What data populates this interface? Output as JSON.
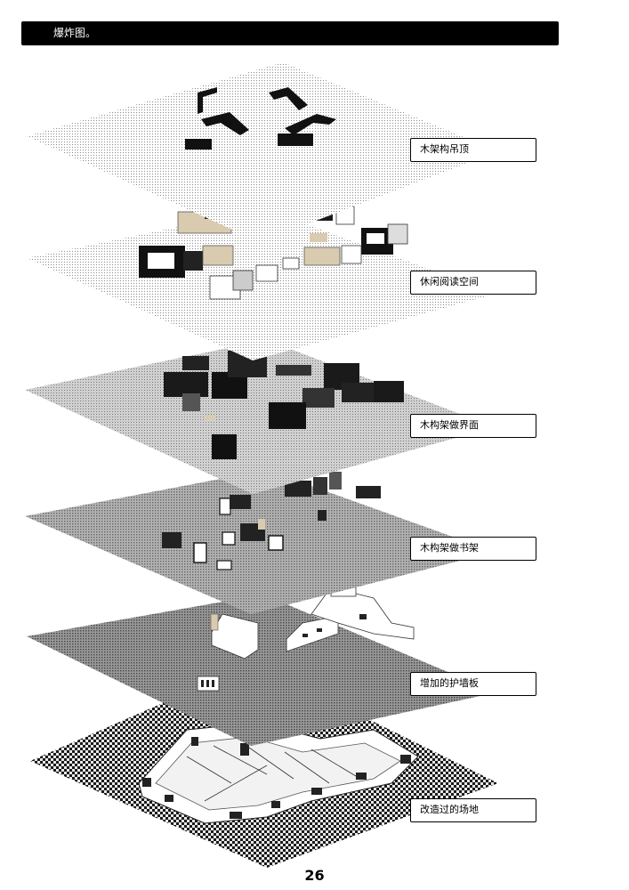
{
  "header": {
    "title": "爆炸图。"
  },
  "layers": [
    {
      "id": "ceiling",
      "label": "木架构吊顶",
      "tone": "light",
      "pattern": "fine"
    },
    {
      "id": "reading",
      "label": "休闲阅读空间",
      "tone": "light",
      "pattern": "fine"
    },
    {
      "id": "wall",
      "label": "木构架做界面",
      "tone": "mid",
      "pattern": "fine"
    },
    {
      "id": "shelf",
      "label": "木构架做书架",
      "tone": "mid-dark",
      "pattern": "medium"
    },
    {
      "id": "panel",
      "label": "增加的护墙板",
      "tone": "dark",
      "pattern": "medium"
    },
    {
      "id": "site",
      "label": "改造过的场地",
      "tone": "checker",
      "pattern": "coarse"
    }
  ],
  "footer": {
    "page_number": "26"
  },
  "colors": {
    "ink": "#000000",
    "wood": "#d9cbb0",
    "paper": "#ffffff"
  }
}
